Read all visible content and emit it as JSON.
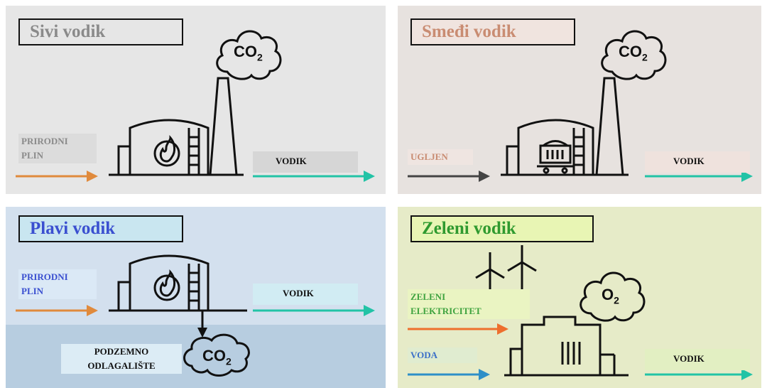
{
  "panels": [
    {
      "title": "Sivi vodik",
      "title_color": "#8a8a8a",
      "background": "#e6e6e6",
      "input_label": "PRIRODNI\nPLIN",
      "input_label_color": "#8a8a8a",
      "input_arrow_color": "#e08a3c",
      "output_label": "VODIK",
      "gas_label": "CO",
      "gas_subscript": "2",
      "icon": "flame-icon"
    },
    {
      "title": "Smeđi vodik",
      "title_color": "#c98c72",
      "background": "#e7e2df",
      "input_label": "UGLJEN",
      "input_label_color": "#c98c72",
      "input_arrow_color": "#444444",
      "output_label": "VODIK",
      "gas_label": "CO",
      "gas_subscript": "2",
      "icon": "coal-cart-icon"
    },
    {
      "title": "Plavi vodik",
      "title_color": "#3a4fd0",
      "background": "#d3e0ee",
      "ground_color": "#b7cde0",
      "input_label": "PRIRODNI\nPLIN",
      "input_label_color": "#3a4fd0",
      "input_arrow_color": "#e08a3c",
      "output_label": "VODIK",
      "storage_label": "PODZEMNO\nODLAGALIŠTE",
      "gas_label": "CO",
      "gas_subscript": "2",
      "icon": "flame-icon"
    },
    {
      "title": "Zeleni vodik",
      "title_color": "#2f9a2f",
      "background": "#e6ebc8",
      "input_label": "ZELENI\nELEKTRICITET",
      "input_label_color": "#3fa33f",
      "input_arrow_color": "#ee6f2e",
      "input2_label": "VODA",
      "input2_label_color": "#3b6fc8",
      "input2_arrow_color": "#2e8fc8",
      "output_label": "VODIK",
      "gas_label": "O",
      "gas_subscript": "2",
      "icon": "wind-turbine-icon"
    }
  ],
  "output_arrow_color": "#22c3a6"
}
